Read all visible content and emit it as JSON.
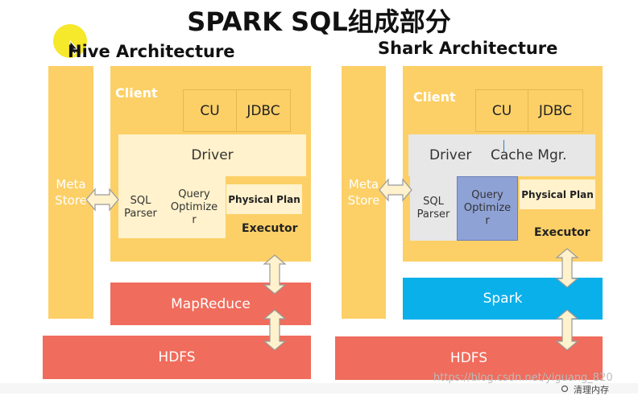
{
  "title": "SPARK SQL组成部分",
  "hive": {
    "title": "Hive Architecture",
    "metastore": "Meta Store",
    "client": "Client",
    "cu": "CU",
    "jdbc": "JDBC",
    "driver": "Driver",
    "sql_parser": "SQL Parser",
    "query_optimizer": "Query Optimize r",
    "physical_plan": "Physical Plan",
    "executor": "Executor",
    "engine": "MapReduce",
    "storage": "HDFS"
  },
  "shark": {
    "title": "Shark Architecture",
    "metastore": "Meta Store",
    "client": "Client",
    "cu": "CU",
    "jdbc": "JDBC",
    "driver": "Driver",
    "cache_mgr": "Cache Mgr.",
    "sql_parser": "SQL Parser",
    "query_optimizer": "Query Optimize r",
    "physical_plan": "Physical Plan",
    "executor": "Executor",
    "engine": "Spark",
    "storage": "HDFS"
  },
  "watermark": "https://blog.csdn.net/yiguang_820",
  "footer": "清理内存",
  "colors": {
    "yellow": "#fcd067",
    "light_yellow": "#fff2cc",
    "red": "#f06c5c",
    "blue": "#0ab0ea",
    "purple": "#8fa2d6",
    "gray": "#e7e7e7"
  }
}
